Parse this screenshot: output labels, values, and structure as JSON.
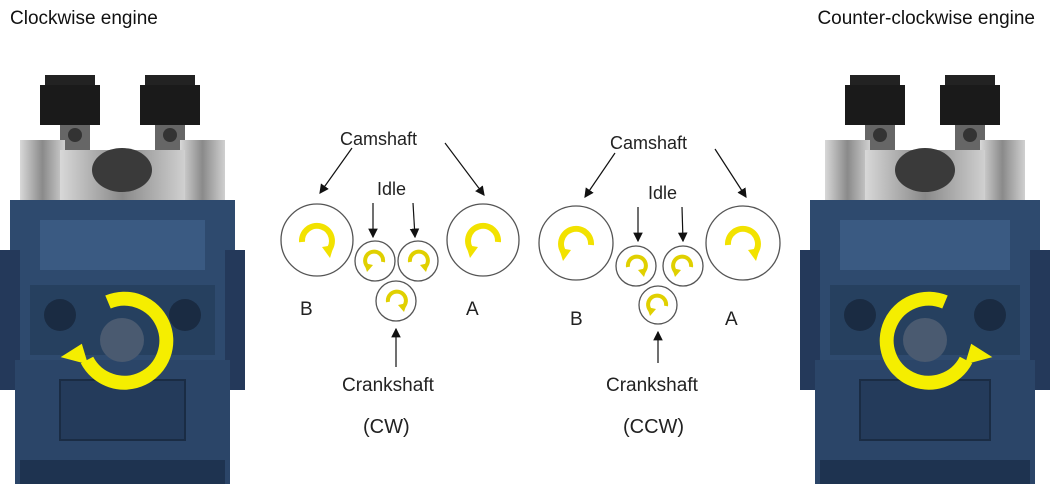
{
  "titles": {
    "clockwise": "Clockwise engine",
    "counter_clockwise": "Counter-clockwise engine"
  },
  "diagram_cw": {
    "camshaft_label": "Camshaft",
    "idle_label": "Idle",
    "crankshaft_label": "Crankshaft",
    "gear_b_label": "B",
    "gear_a_label": "A",
    "direction_label": "(CW)"
  },
  "diagram_ccw": {
    "camshaft_label": "Camshaft",
    "idle_label": "Idle",
    "crankshaft_label": "Crankshaft",
    "gear_b_label": "B",
    "gear_a_label": "A",
    "direction_label": "(CCW)"
  },
  "colors": {
    "engine_blue": "#2e4a6e",
    "engine_dark": "#1e3350",
    "arrow_yellow": "#f5ee00",
    "metal_gray": "#9a9a9a"
  },
  "icons": {
    "rotation_arrow": "curved-arrow-icon",
    "engine": "engine-front-view-icon"
  }
}
